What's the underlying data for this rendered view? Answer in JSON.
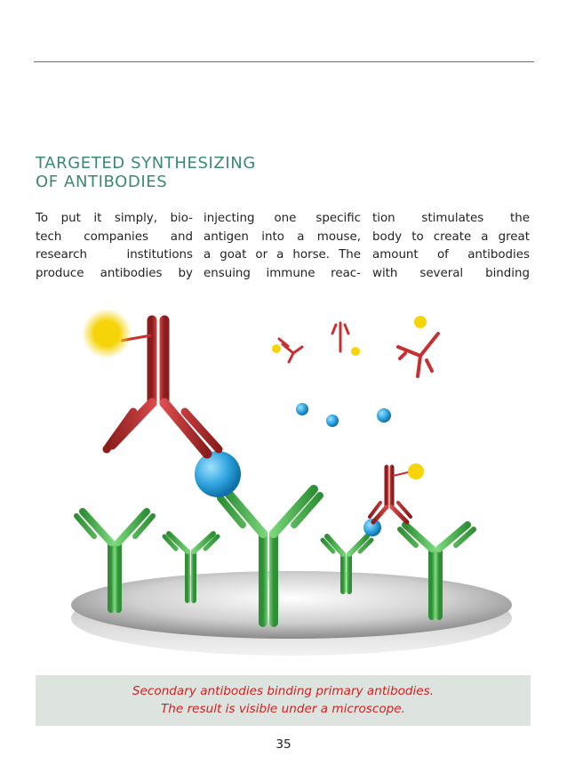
{
  "heading": {
    "line1": "TARGETED SYNTHESIZING",
    "line2": "OF ANTIBODIES"
  },
  "columns": [
    [
      "To put it simply, bio-",
      "tech companies and",
      "research institutions",
      "produce antibodies by"
    ],
    [
      "injecting one specific",
      "antigen into a mouse,",
      "a goat or a horse. The",
      "ensuing immune reac-"
    ],
    [
      "tion stimulates the",
      "body to create a great",
      "amount of antibodies",
      "with several binding"
    ]
  ],
  "caption": {
    "line1": "Secondary antibodies binding primary antibodies.",
    "line2": "The result is visible under a microscope."
  },
  "page_number": "35",
  "colors": {
    "heading": "#3a8a73",
    "rule": "#4c7f72",
    "caption_text": "#d21f1f",
    "caption_bg": "#dde4e0",
    "primary_antibody": "#4cb84f",
    "secondary_antibody": "#c73030",
    "antigen": "#2ea3de",
    "marker": "#f5d40a"
  }
}
